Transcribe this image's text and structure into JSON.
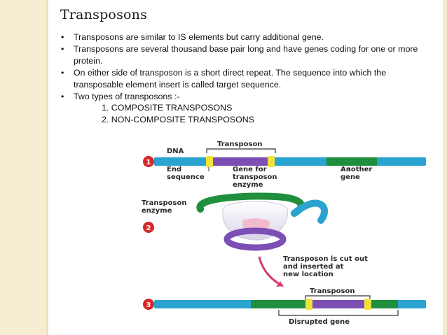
{
  "slide": {
    "title": "Transposons",
    "bullets": [
      "Transposons are similar to IS elements but carry additional gene.",
      "Transposons are several thousand base pair long and have genes coding for one or more protein.",
      "On either side of transposon is a short direct repeat. The sequence into which the transposable element insert is called target sequence.",
      "Two types of transposons :-"
    ],
    "types": [
      "1. COMPOSITE TRANSPOSONS",
      "2. NON-COMPOSITE TRANSPOSONS"
    ]
  },
  "diagram": {
    "steps": [
      "1",
      "2",
      "3"
    ],
    "labels": {
      "dna": "DNA",
      "transposon_top": "Transposon",
      "end_sequence": [
        "End",
        "sequence"
      ],
      "gene_for_enzyme": [
        "Gene for",
        "transposon",
        "enzyme"
      ],
      "another_gene": [
        "Another",
        "gene"
      ],
      "transposon_enzyme": [
        "Transposon",
        "enzyme"
      ],
      "cut_out": [
        "Transposon is cut out",
        "and inserted at",
        "new location"
      ],
      "transposon_bottom": "Transposon",
      "disrupted_gene": "Disrupted gene"
    },
    "colors": {
      "dna": "#2aa3d0",
      "green_gene": "#1f8f3e",
      "purple": "#7b4fb3",
      "yellow_end": "#f2e33a",
      "step_badge": "#d62828",
      "arrow": "#d63a6a"
    }
  }
}
